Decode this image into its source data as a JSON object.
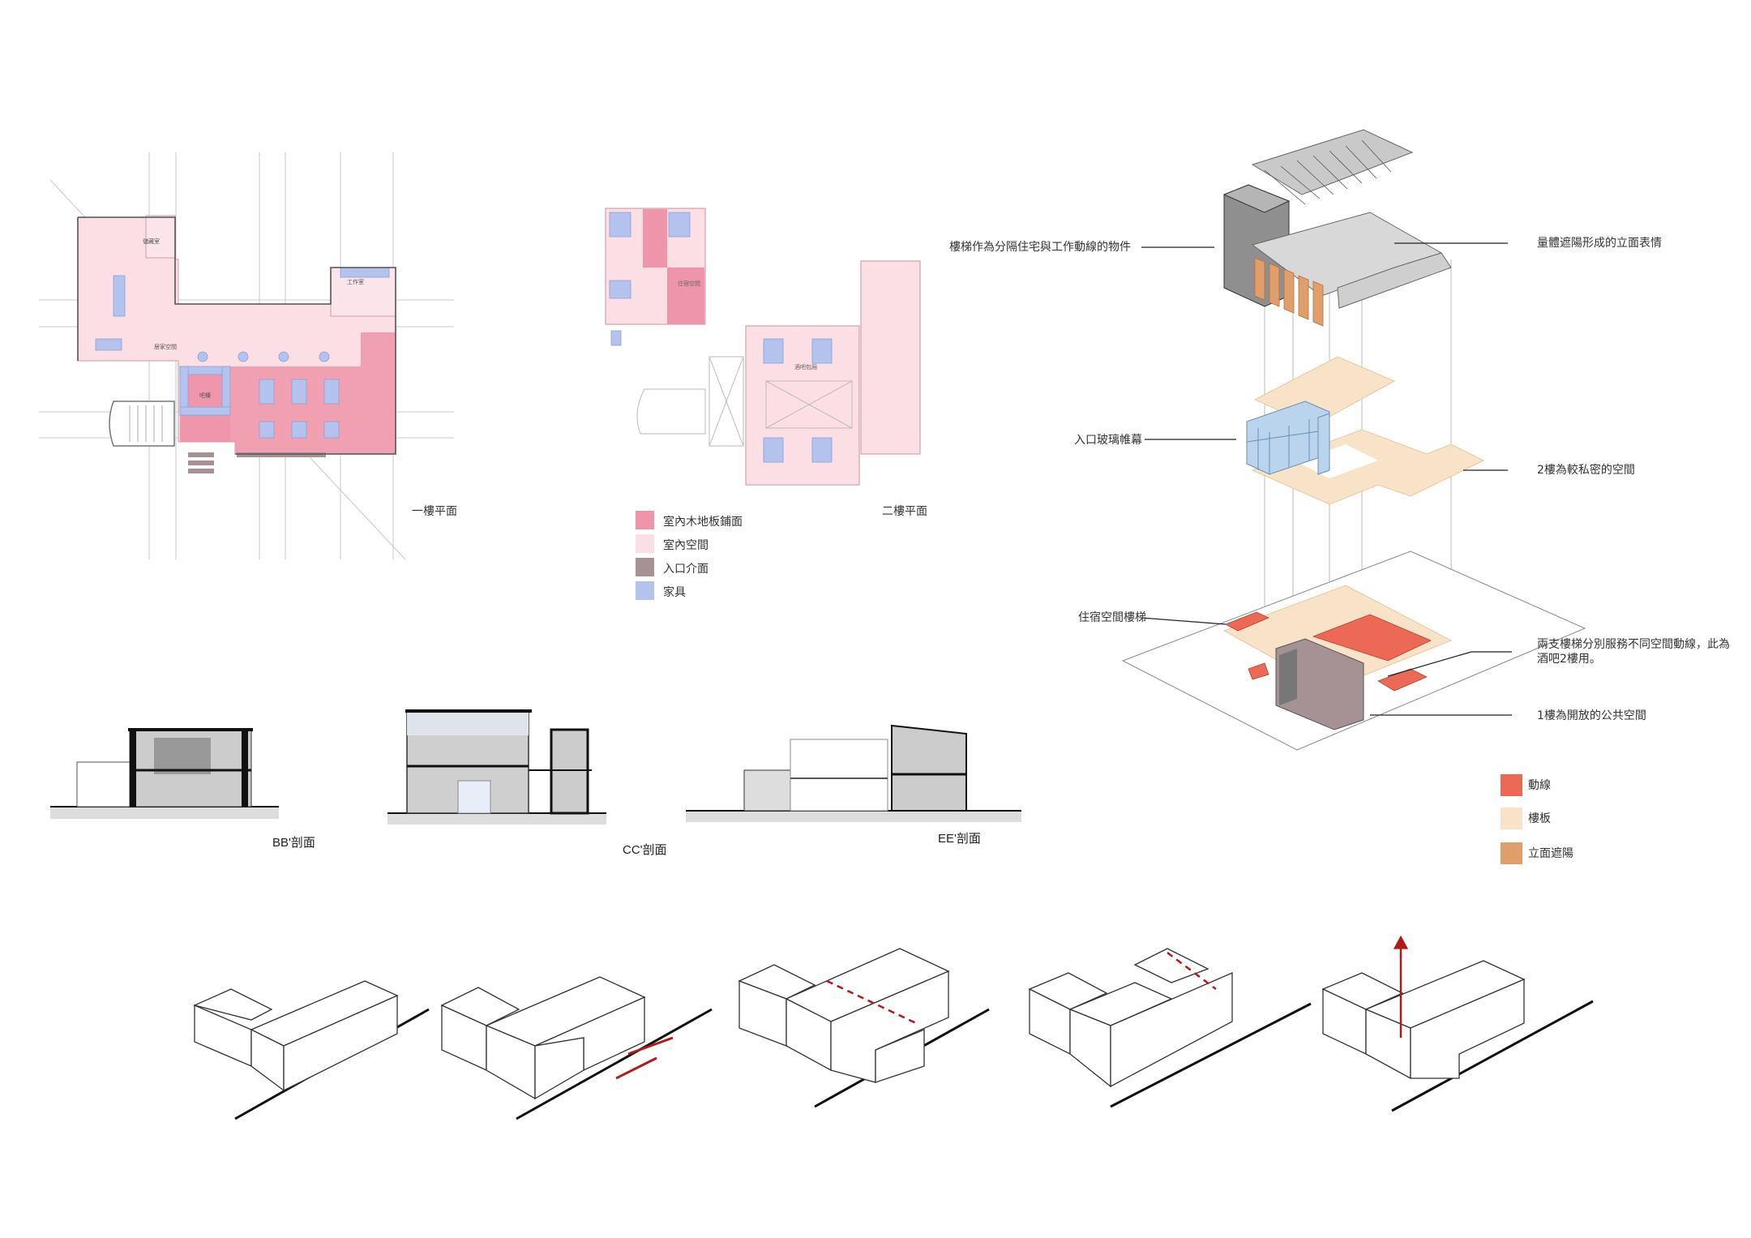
{
  "colors": {
    "wood_floor": "#f0a0b4",
    "interior": "#f9dde4",
    "entry": "#a69294",
    "furniture": "#b6c3ec",
    "circulation": "#ec6a55",
    "slab": "#f8e2c8",
    "shading": "#e09e6b",
    "glass": "#b9d4ec",
    "arrow_red": "#b21a1a"
  },
  "plans": {
    "ground_floor_label": "一樓平面",
    "second_floor_label": "二樓平面"
  },
  "plan_legend": [
    {
      "label": "室內木地板鋪面",
      "color": "#ee95a9"
    },
    {
      "label": "室內空間",
      "color": "#fbdfe5"
    },
    {
      "label": "入口介面",
      "color": "#a69294"
    },
    {
      "label": "家具",
      "color": "#b4c2ee"
    }
  ],
  "sections": {
    "bb_label": "BB'剖面",
    "cc_label": "CC'剖面",
    "ee_label": "EE'剖面"
  },
  "axonometric": {
    "annotations": {
      "stair_divider": "樓梯作為分隔住宅與工作動線的物件",
      "shading_facade": "量體遮陽形成的立面表情",
      "entry_curtain": "入口玻璃帷幕",
      "second_private": "2樓為較私密的空間",
      "stair_residence": "住宿空間樓梯",
      "two_stairs_line1": "兩支樓梯分別服務不同空間動線，此為",
      "two_stairs_line2": "酒吧2樓用。",
      "first_public": "1樓為開放的公共空間"
    },
    "legend": [
      {
        "label": "動線",
        "color": "#ec6a55"
      },
      {
        "label": "樓板",
        "color": "#f8e2c8"
      },
      {
        "label": "立面遮陽",
        "color": "#e09e6b"
      }
    ]
  }
}
